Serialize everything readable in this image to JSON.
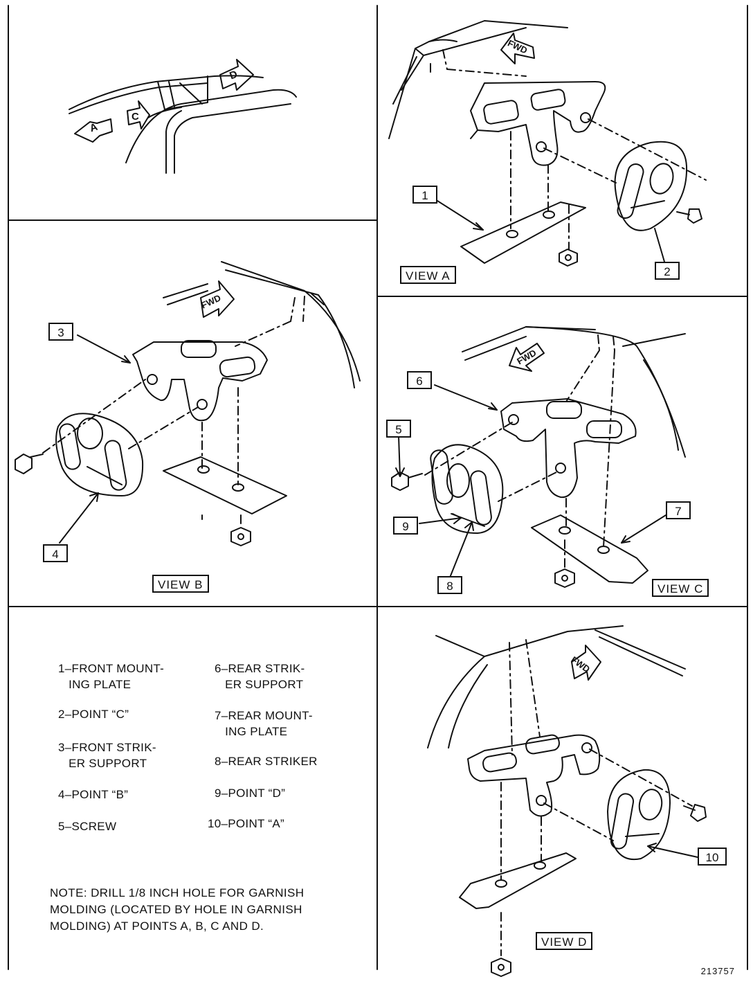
{
  "views": {
    "a": "VIEW  A",
    "b": "VIEW  B",
    "c": "VIEW  C",
    "d": "VIEW  D"
  },
  "overview_arrows": {
    "a": "A",
    "c": "C",
    "d": "D"
  },
  "fwd_label": "FWD",
  "callouts": [
    "1",
    "2",
    "3",
    "4",
    "5",
    "6",
    "7",
    "8",
    "9",
    "10"
  ],
  "legend": [
    {
      "text": "1–FRONT MOUNT-\n   ING PLATE"
    },
    {
      "text": "2–POINT “C”"
    },
    {
      "text": "3–FRONT STRIK-\n   ER SUPPORT"
    },
    {
      "text": "4–POINT “B”"
    },
    {
      "text": "5–SCREW"
    },
    {
      "text": "6–REAR STRIK-\n   ER SUPPORT"
    },
    {
      "text": "7–REAR MOUNT-\n   ING PLATE"
    },
    {
      "text": "8–REAR STRIKER"
    },
    {
      "text": "9–POINT “D”"
    },
    {
      "text": "10–POINT “A”"
    }
  ],
  "note": "NOTE:  DRILL 1/8 INCH HOLE FOR GARNISH MOLDING (LOCATED BY HOLE IN GARNISH MOLDING) AT POINTS A, B, C AND D.",
  "figure_number": "213757"
}
